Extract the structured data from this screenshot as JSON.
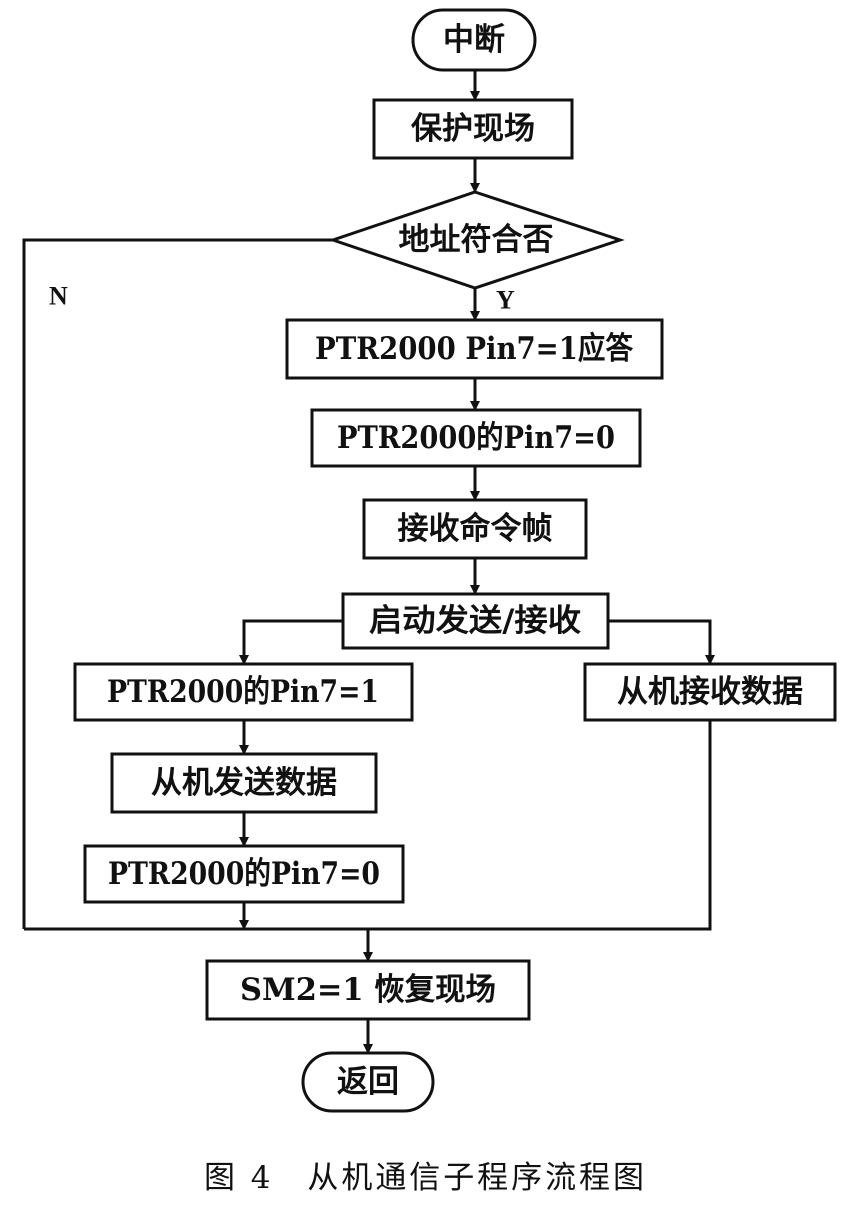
{
  "diagram": {
    "nodes": {
      "start": "中断",
      "save_context": "保护现场",
      "address_check": "地址符合否",
      "ack": "PTR2000 Pin7=1应答",
      "pin7_zero": "PTR2000的Pin7=0",
      "receive_cmd": "接收命令帧",
      "start_tx_rx": "启动发送/接收",
      "pin7_one": "PTR2000的Pin7=1",
      "slave_receive": "从机接收数据",
      "slave_send": "从机发送数据",
      "pin7_zero_2": "PTR2000的Pin7=0",
      "restore": "SM2=1 恢复现场",
      "end": "返回"
    },
    "edge_labels": {
      "yes": "Y",
      "no": "N"
    }
  },
  "caption": "图 4　从机通信子程序流程图"
}
